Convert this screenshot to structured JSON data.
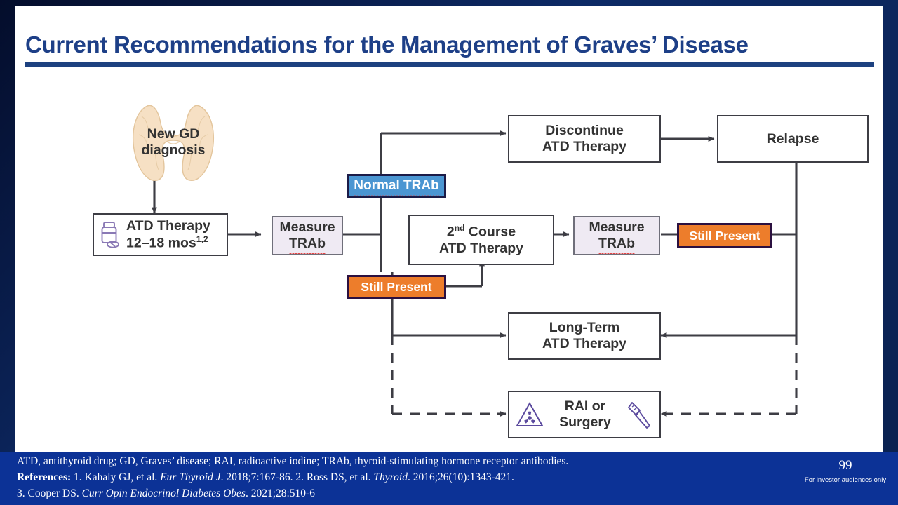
{
  "slide": {
    "title": "Current Recommendations for the Management of Graves’ Disease",
    "number": "99",
    "audience_note": "For investor audiences only",
    "accent_color": "#1d3f87",
    "footer_bg": "#0c3296"
  },
  "diagram": {
    "start": {
      "label_line1": "New GD",
      "label_line2": "diagnosis",
      "icon": "thyroid-icon"
    },
    "nodes": {
      "atd_therapy": {
        "line1": "ATD Therapy",
        "line2": "12–18 mos",
        "superscript": "1,2",
        "icon": "pill-bottle-icon"
      },
      "measure_trab_1": {
        "line1": "Measure",
        "line2": "TRAb"
      },
      "normal_trab": {
        "label": "Normal TRAb",
        "color": "#4b96d2"
      },
      "still_present_1": {
        "label": "Still Present",
        "color": "#ed7d2b"
      },
      "discontinue": {
        "line1": "Discontinue",
        "line2": "ATD Therapy"
      },
      "relapse": {
        "label": "Relapse"
      },
      "second_course": {
        "line1_prefix": "2",
        "line1_sup": "nd",
        "line1_suffix": " Course",
        "line2": "ATD Therapy"
      },
      "measure_trab_2": {
        "line1": "Measure",
        "line2": "TRAb"
      },
      "still_present_2": {
        "label": "Still Present",
        "color": "#ed7d2b"
      },
      "long_term": {
        "line1": "Long-Term",
        "line2": "ATD Therapy"
      },
      "rai_surgery": {
        "line1": "RAI or",
        "line2": "Surgery",
        "icon_left": "biohazard-icon",
        "icon_right": "scalpel-icon"
      }
    }
  },
  "footer": {
    "abbreviations": "ATD, antithyroid drug; GD, Graves’ disease; RAI, radioactive iodine; TRAb, thyroid-stimulating hormone receptor antibodies.",
    "references_label": "References:",
    "references": [
      {
        "num": "1. ",
        "authors": "Kahaly GJ, et al. ",
        "journal": "Eur Thyroid J",
        "cite": ". 2018;7:167-86. "
      },
      {
        "num": "2. ",
        "authors": "Ross DS, et al. ",
        "journal": "Thyroid",
        "cite": ". 2016;26(10):1343-421."
      },
      {
        "num": "3. ",
        "authors": "Cooper DS. ",
        "journal": "Curr Opin Endocrinol Diabetes Obes",
        "cite": ". 2021;28:510-6"
      }
    ]
  }
}
